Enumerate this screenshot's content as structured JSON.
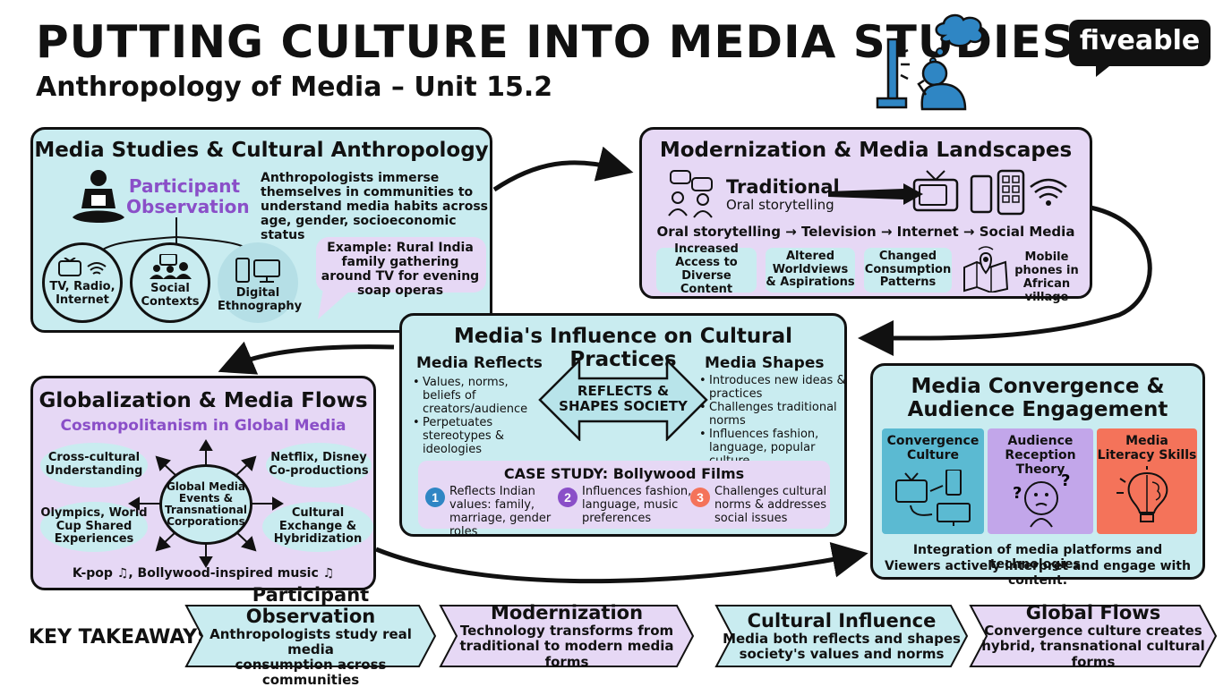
{
  "header": {
    "title": "PUTTING CULTURE INTO MEDIA STUDIES",
    "subtitle": "Anthropology of Media – Unit 15.2",
    "logo": "fiveable"
  },
  "media_studies": {
    "title": "Media Studies & Cultural Anthropology",
    "method": "Participant Observation",
    "description": "Anthropologists immerse themselves in communities to understand media habits across age, gender, socioeconomic status",
    "example": "Example: Rural India family gathering around TV for evening soap operas",
    "circles": [
      "TV, Radio, Internet",
      "Social Contexts",
      "Digital Ethnography"
    ]
  },
  "modernization": {
    "title": "Modernization & Media Landscapes",
    "traditional_label": "Traditional",
    "traditional_sub": "Oral storytelling",
    "sequence": "Oral storytelling → Television → Internet → Social Media",
    "effects": [
      "Increased Access to Diverse Content",
      "Altered Worldviews & Aspirations",
      "Changed Consumption Patterns"
    ],
    "example": "Mobile phones in African village"
  },
  "influence": {
    "title": "Media's Influence on Cultural Practices",
    "reflects_title": "Media Reflects",
    "reflects_items": [
      "Values, norms, beliefs of creators/audience",
      "Perpetuates stereotypes & ideologies"
    ],
    "center_label": "REFLECTS & SHAPES SOCIETY",
    "shapes_title": "Media Shapes",
    "shapes_items": [
      "Introduces new ideas & practices",
      "Challenges traditional norms",
      "Influences fashion, language, popular culture"
    ],
    "case_title": "CASE STUDY: Bollywood Films",
    "case_items": [
      {
        "num": "1",
        "text": "Reflects Indian values: family, marriage, gender roles"
      },
      {
        "num": "2",
        "text": "Influences fashion, language, music preferences"
      },
      {
        "num": "3",
        "text": "Challenges cultural norms & addresses social issues"
      }
    ]
  },
  "globalization": {
    "title": "Globalization & Media Flows",
    "subtitle": "Cosmopolitanism in Global Media",
    "center": "Global Media Events & Transnational Corporations",
    "nodes": [
      "Cross-cultural Understanding",
      "Netflix, Disney Co-productions",
      "Olympics, World Cup Shared Experiences",
      "Cultural Exchange & Hybridization"
    ],
    "music": "K-pop ♫, Bollywood-inspired music ♫"
  },
  "convergence": {
    "title_line1": "Media Convergence &",
    "title_line2": "Audience Engagement",
    "cards": [
      "Convergence Culture",
      "Audience Reception Theory",
      "Media Literacy Skills"
    ],
    "summary_line1": "Integration of media platforms and technologies.",
    "summary_line2": "Viewers actively interpret and engage with content."
  },
  "takeaways": {
    "label": "KEY TAKEAWAYS",
    "items": [
      {
        "title": "Participant Observation",
        "line1": "Anthropologists study real media",
        "line2": "consumption across communities"
      },
      {
        "title": "Modernization",
        "line1": "Technology transforms from",
        "line2": "traditional to modern media forms"
      },
      {
        "title": "Cultural Influence",
        "line1": "Media both reflects and shapes",
        "line2": "society's values and norms"
      },
      {
        "title": "Global Flows",
        "line1": "Convergence culture creates",
        "line2": "hybrid, transnational cultural forms"
      }
    ]
  },
  "colors": {
    "teal": "#c9ecf0",
    "lavender": "#e6d8f5",
    "purple_text": "#8a4fc8",
    "blue_icon": "#2f86c4",
    "card_blue": "#5bbad2",
    "card_purple": "#c2a6ea",
    "card_orange": "#f4735a"
  }
}
